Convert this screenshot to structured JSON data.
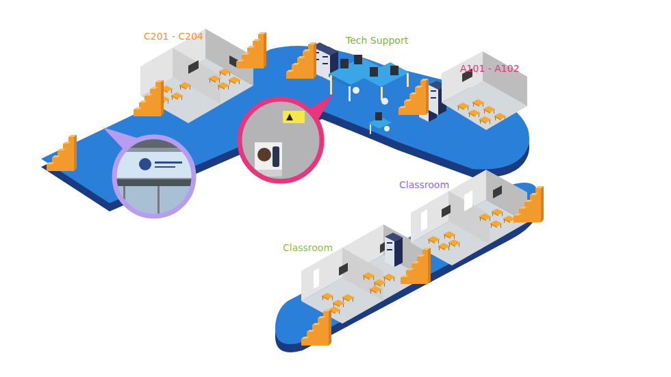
{
  "diagram": {
    "labels": [
      "C201 - C204",
      "Tech Support",
      "A101 - A102",
      "Classroom",
      "Classroom"
    ]
  }
}
